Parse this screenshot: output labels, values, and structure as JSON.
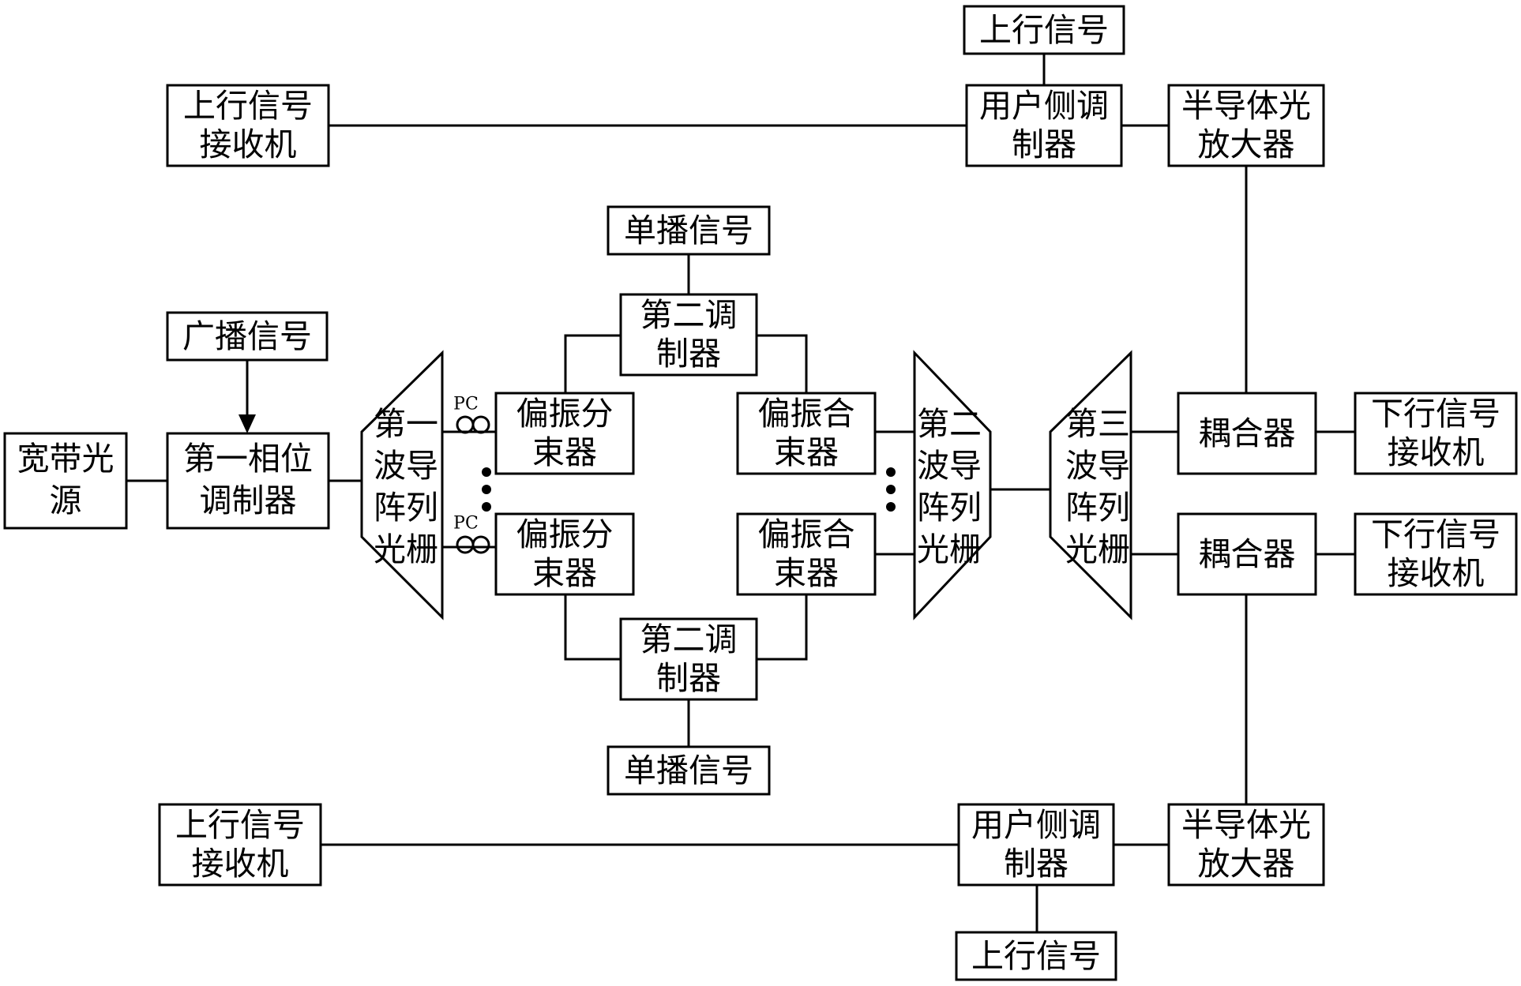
{
  "diagram": {
    "uplink_signal_top": "上行信号",
    "uplink_receiver_top": [
      "上行信号",
      "接收机"
    ],
    "user_modulator_top": [
      "用户侧调",
      "制器"
    ],
    "soa_top": [
      "半导体光",
      "放大器"
    ],
    "unicast_signal_top": "单播信号",
    "broadcast_signal": "广播信号",
    "second_modulator_top": [
      "第二调",
      "制器"
    ],
    "broadband_source": [
      "宽带光",
      "源"
    ],
    "first_phase_modulator": [
      "第一相位",
      "调制器"
    ],
    "awg1": [
      "第一",
      "波导",
      "阵列",
      "光栅"
    ],
    "pc_top": "PC",
    "pc_bottom": "PC",
    "pbs_top": [
      "偏振分",
      "束器"
    ],
    "pbs_bottom": [
      "偏振分",
      "束器"
    ],
    "pbc_top": [
      "偏振合",
      "束器"
    ],
    "pbc_bottom": [
      "偏振合",
      "束器"
    ],
    "awg2": [
      "第二",
      "波导",
      "阵列",
      "光栅"
    ],
    "awg3": [
      "第三",
      "波导",
      "阵列",
      "光栅"
    ],
    "coupler_top": "耦合器",
    "coupler_bottom": "耦合器",
    "downlink_receiver_top": [
      "下行信号",
      "接收机"
    ],
    "downlink_receiver_bottom": [
      "下行信号",
      "接收机"
    ],
    "second_modulator_bottom": [
      "第二调",
      "制器"
    ],
    "unicast_signal_bottom": "单播信号",
    "uplink_receiver_bottom": [
      "上行信号",
      "接收机"
    ],
    "user_modulator_bottom": [
      "用户侧调",
      "制器"
    ],
    "soa_bottom": [
      "半导体光",
      "放大器"
    ],
    "uplink_signal_bottom": "上行信号"
  }
}
